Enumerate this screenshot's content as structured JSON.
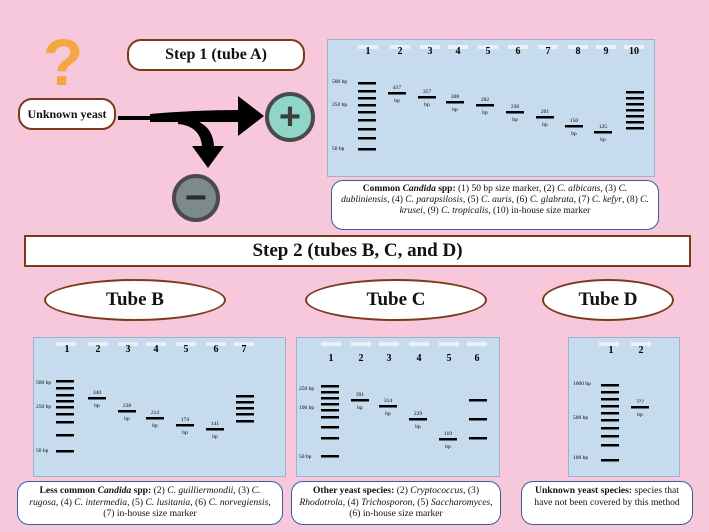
{
  "unknown_yeast": "Unknown yeast",
  "question_mark": "?",
  "step1": "Step 1 (tube A)",
  "step2": "Step 2 (tubes B, C, and D)",
  "plus_symbol": "+",
  "minus_symbol": "−",
  "tubes": {
    "b": "Tube B",
    "c": "Tube C",
    "d": "Tube D"
  },
  "bp_unit": "bp",
  "gel_a": {
    "lanes": [
      "1",
      "2",
      "3",
      "4",
      "5",
      "6",
      "7",
      "8",
      "9",
      "10"
    ],
    "markers": [
      "500 bp",
      "250 bp",
      "50 bp"
    ],
    "bands": [
      "417",
      "357",
      "308",
      "282",
      "230",
      "201",
      "150",
      "125"
    ]
  },
  "gel_b": {
    "lanes": [
      "1",
      "2",
      "3",
      "4",
      "5",
      "6",
      "7"
    ],
    "markers": [
      "500 bp",
      "250 bp",
      "50 bp"
    ],
    "bands": [
      "340",
      "238",
      "214",
      "174",
      "141"
    ]
  },
  "gel_c": {
    "lanes": [
      "1",
      "2",
      "3",
      "4",
      "5",
      "6"
    ],
    "markers": [
      "250 bp",
      "100 bp",
      "50 bp"
    ],
    "bands": [
      "391",
      "314",
      "229",
      "119"
    ]
  },
  "gel_d": {
    "lanes": [
      "1",
      "2"
    ],
    "markers": [
      "1000 bp",
      "500 bp",
      "100 bp"
    ],
    "bands": [
      "???"
    ]
  },
  "captions": {
    "a": {
      "head": "Common ",
      "genus": "Candida",
      "head_tail": " spp:",
      "parts": [
        {
          "t": " (1) 50 bp size marker, (2) ",
          "i": "C. albicans"
        },
        {
          "t": ", (3) ",
          "i": "C. dubliniensis"
        },
        {
          "t": ", (4) ",
          "i": "C. parapsilosis"
        },
        {
          "t": ", (5) ",
          "i": "C. auris"
        },
        {
          "t": ", (6) ",
          "i": "C. glabrata"
        },
        {
          "t": ", (7) ",
          "i": "C. kefyr"
        },
        {
          "t": ", (8) ",
          "i": "C. krusei"
        },
        {
          "t": ", (9) ",
          "i": "C. tropicalis"
        },
        {
          "t": ", (10) in-house size marker",
          "i": ""
        }
      ]
    },
    "b": {
      "head": "Less common ",
      "genus": "Candida",
      "head_tail": " spp:",
      "parts": [
        {
          "t": " (2) ",
          "i": "C. guilliermondii"
        },
        {
          "t": ", (3) ",
          "i": "C. rugosa"
        },
        {
          "t": ", (4) ",
          "i": "C. intermedia"
        },
        {
          "t": ", (5) ",
          "i": "C. lusitania"
        },
        {
          "t": ", (6) ",
          "i": "C. norvegiensis"
        },
        {
          "t": ", (7) in-house size marker",
          "i": ""
        }
      ]
    },
    "c": {
      "head": "Other yeast species:",
      "genus": "",
      "head_tail": "",
      "parts": [
        {
          "t": " (2) ",
          "i": "Cryptococcus"
        },
        {
          "t": ", (3) ",
          "i": "Rhodotrola"
        },
        {
          "t": ", (4) ",
          "i": "Trichosporon"
        },
        {
          "t": ", (5) ",
          "i": "Saccharomyces"
        },
        {
          "t": ", (6) in-house size marker",
          "i": ""
        }
      ]
    },
    "d": {
      "head": "Unknown yeast species:",
      "genus": "",
      "head_tail": "",
      "parts": [
        {
          "t": " species that have not been covered by this method",
          "i": ""
        }
      ]
    }
  },
  "colors": {
    "background": "#f7c7dc",
    "question": "#f4a640",
    "plus": "#8fd6c9",
    "minus": "#7d8a8c",
    "border": "#7a3b1a",
    "caption_border": "#3b5aa0",
    "gel": "#c6dcee"
  }
}
